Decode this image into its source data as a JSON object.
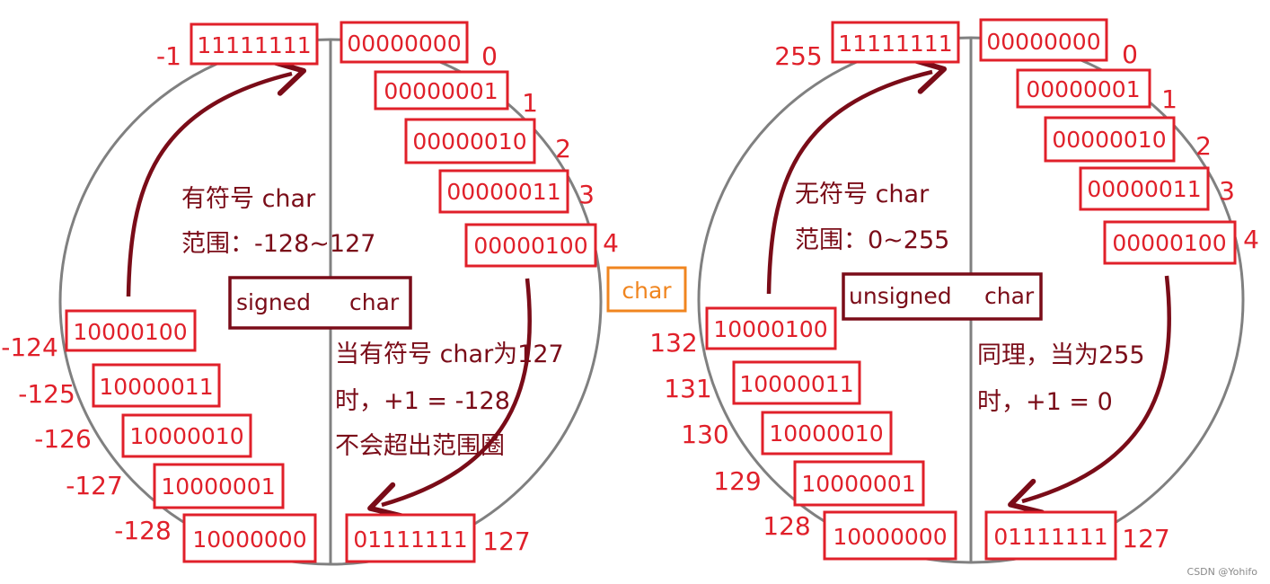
{
  "center_label": "char",
  "watermark": "CSDN @Yohifo",
  "colors": {
    "box_red": "#e0202a",
    "note_dark_red": "#7a0c18",
    "circle_gray": "#808080",
    "center_orange": "#f0851f"
  },
  "signed": {
    "title": "有符号 char",
    "range": "范围：-128~127",
    "type_left": "signed",
    "type_right": "char",
    "note_line1": "当有符号 char为127",
    "note_line2": "时，+1 = -128",
    "note_line3": "不会超出范围圈",
    "top_left": {
      "bits": "11111111",
      "value": "-1"
    },
    "top_right": {
      "bits": "00000000",
      "value": "0"
    },
    "right": [
      {
        "bits": "00000001",
        "value": "1"
      },
      {
        "bits": "00000010",
        "value": "2"
      },
      {
        "bits": "00000011",
        "value": "3"
      },
      {
        "bits": "00000100",
        "value": "4"
      }
    ],
    "left": [
      {
        "bits": "10000100",
        "value": "-124"
      },
      {
        "bits": "10000011",
        "value": "-125"
      },
      {
        "bits": "10000010",
        "value": "-126"
      },
      {
        "bits": "10000001",
        "value": "-127"
      },
      {
        "bits": "10000000",
        "value": "-128"
      }
    ],
    "bottom_right": {
      "bits": "01111111",
      "value": "127"
    }
  },
  "unsigned": {
    "title": "无符号 char",
    "range": "范围：0~255",
    "type_left": "unsigned",
    "type_right": "char",
    "note_line1": "同理，当为255",
    "note_line2": "时，+1 = 0",
    "top_left": {
      "bits": "11111111",
      "value": "255"
    },
    "top_right": {
      "bits": "00000000",
      "value": "0"
    },
    "right": [
      {
        "bits": "00000001",
        "value": "1"
      },
      {
        "bits": "00000010",
        "value": "2"
      },
      {
        "bits": "00000011",
        "value": "3"
      },
      {
        "bits": "00000100",
        "value": "4"
      }
    ],
    "left": [
      {
        "bits": "10000100",
        "value": "132"
      },
      {
        "bits": "10000011",
        "value": "131"
      },
      {
        "bits": "10000010",
        "value": "130"
      },
      {
        "bits": "10000001",
        "value": "129"
      },
      {
        "bits": "10000000",
        "value": "128"
      }
    ],
    "bottom_right": {
      "bits": "01111111",
      "value": "127"
    }
  }
}
